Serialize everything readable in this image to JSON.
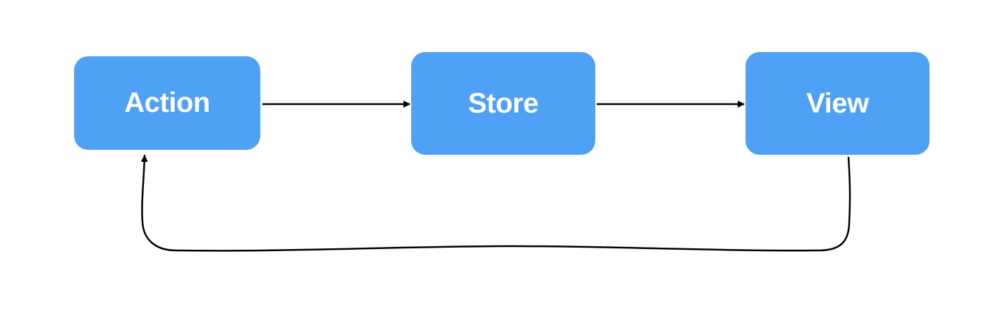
{
  "diagram": {
    "type": "flow",
    "nodes": [
      {
        "id": "action",
        "label": "Action"
      },
      {
        "id": "store",
        "label": "Store"
      },
      {
        "id": "view",
        "label": "View"
      }
    ],
    "edges": [
      {
        "from": "action",
        "to": "store"
      },
      {
        "from": "store",
        "to": "view"
      },
      {
        "from": "view",
        "to": "action"
      }
    ],
    "colors": {
      "node_fill": "#4ea1f5",
      "node_text": "#ffffff",
      "edge": "#000000",
      "background": "#ffffff"
    }
  }
}
